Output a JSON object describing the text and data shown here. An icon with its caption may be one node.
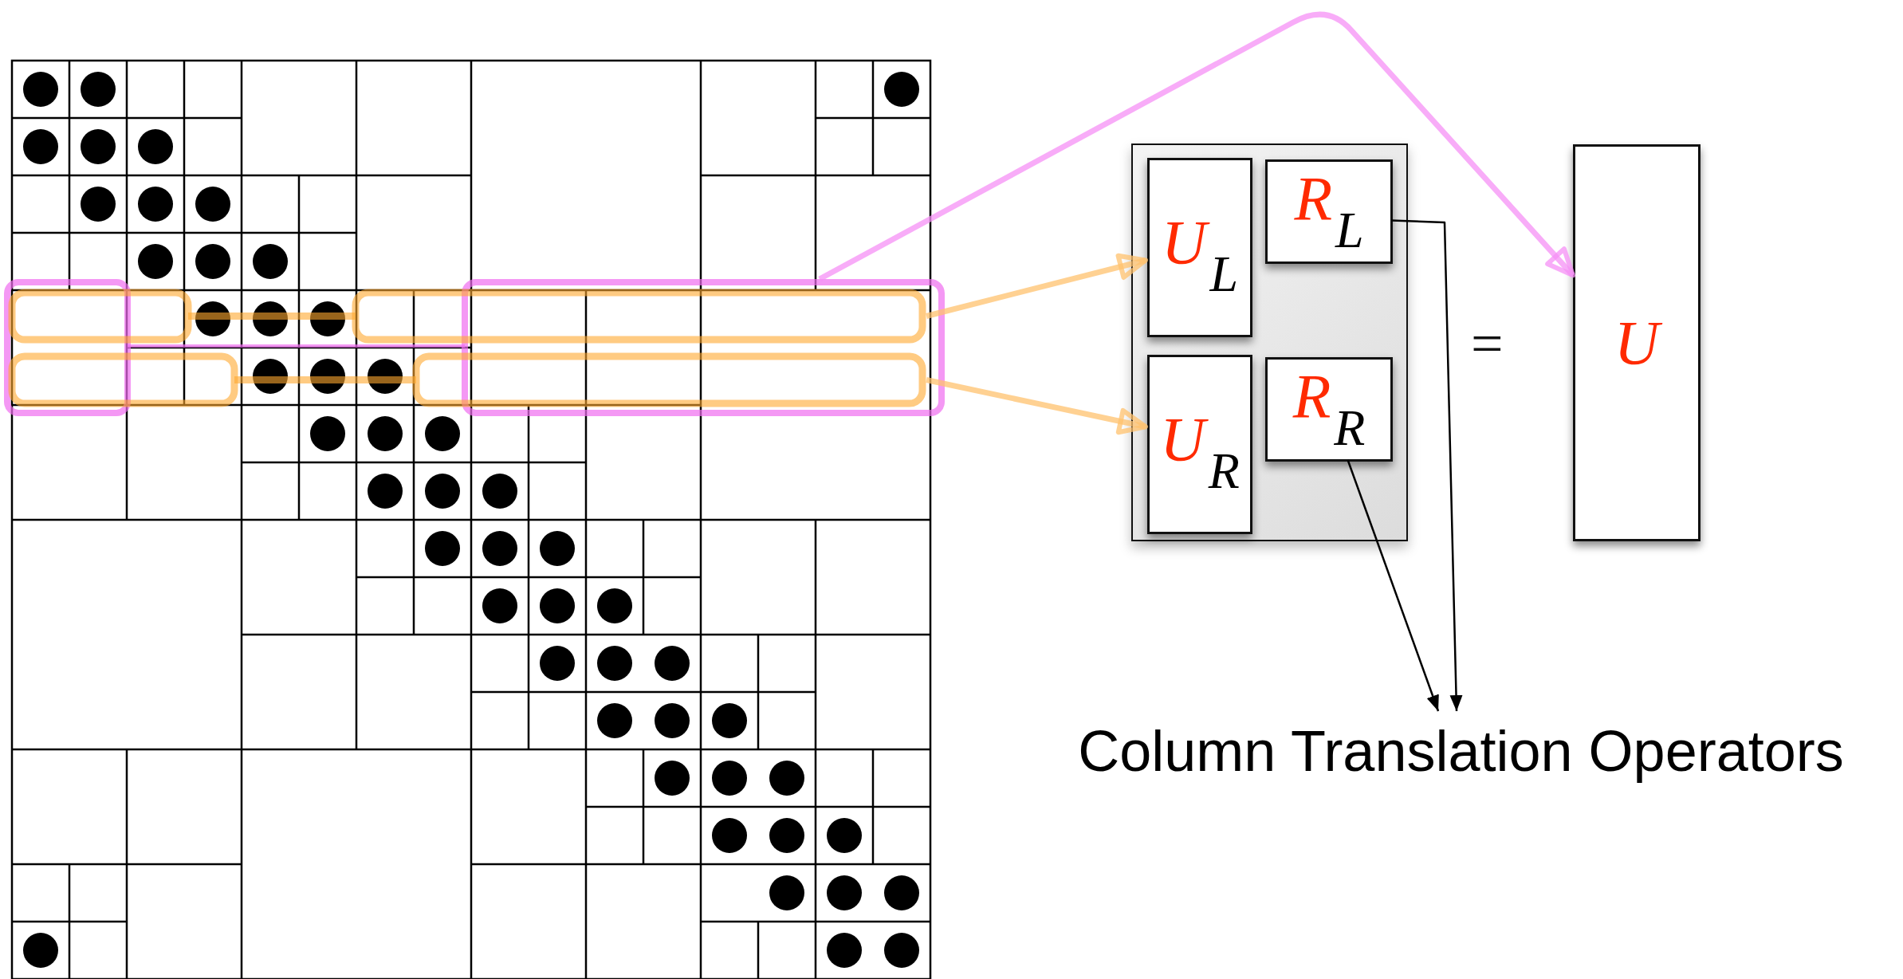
{
  "diagram": {
    "nodes": [
      {
        "text": [],
        "shape": "box"
      },
      {
        "text": [],
        "shape": "box"
      },
      {
        "text": [],
        "shape": "box"
      },
      {
        "text": [],
        "shape": "box"
      },
      {
        "text": [
          "U$_{L}$"
        ],
        "in": 3
      },
      {
        "text": [
          "R$_{L}$"
        ],
        "in": 3
      },
      {
        "text": [
          "U$_{R}$"
        ],
        "in": 3
      },
      {
        "text": [
          "R$_{R}$"
        ],
        "in": 3
      },
      {
        "text": [
          "U"
        ]
      },
      {
        "text": [
          "Column Translation Operators"
        ]
      }
    ],
    "edges": [
      {
        "from": 0,
        "to": 8,
        "arrow": "to",
        "color": "#f690f6"
      },
      {
        "from": 1,
        "to": 4,
        "arrow": "to",
        "color": "#ffc16e"
      },
      {
        "from": 2,
        "to": 6,
        "arrow": "to",
        "color": "#ffc16e"
      },
      {
        "from": 5,
        "to": 9,
        "arrow": "to",
        "color": "#000000"
      },
      {
        "from": 7,
        "to": 9,
        "arrow": "to",
        "color": "#000000"
      }
    ],
    "labels": [
      "="
    ]
  }
}
